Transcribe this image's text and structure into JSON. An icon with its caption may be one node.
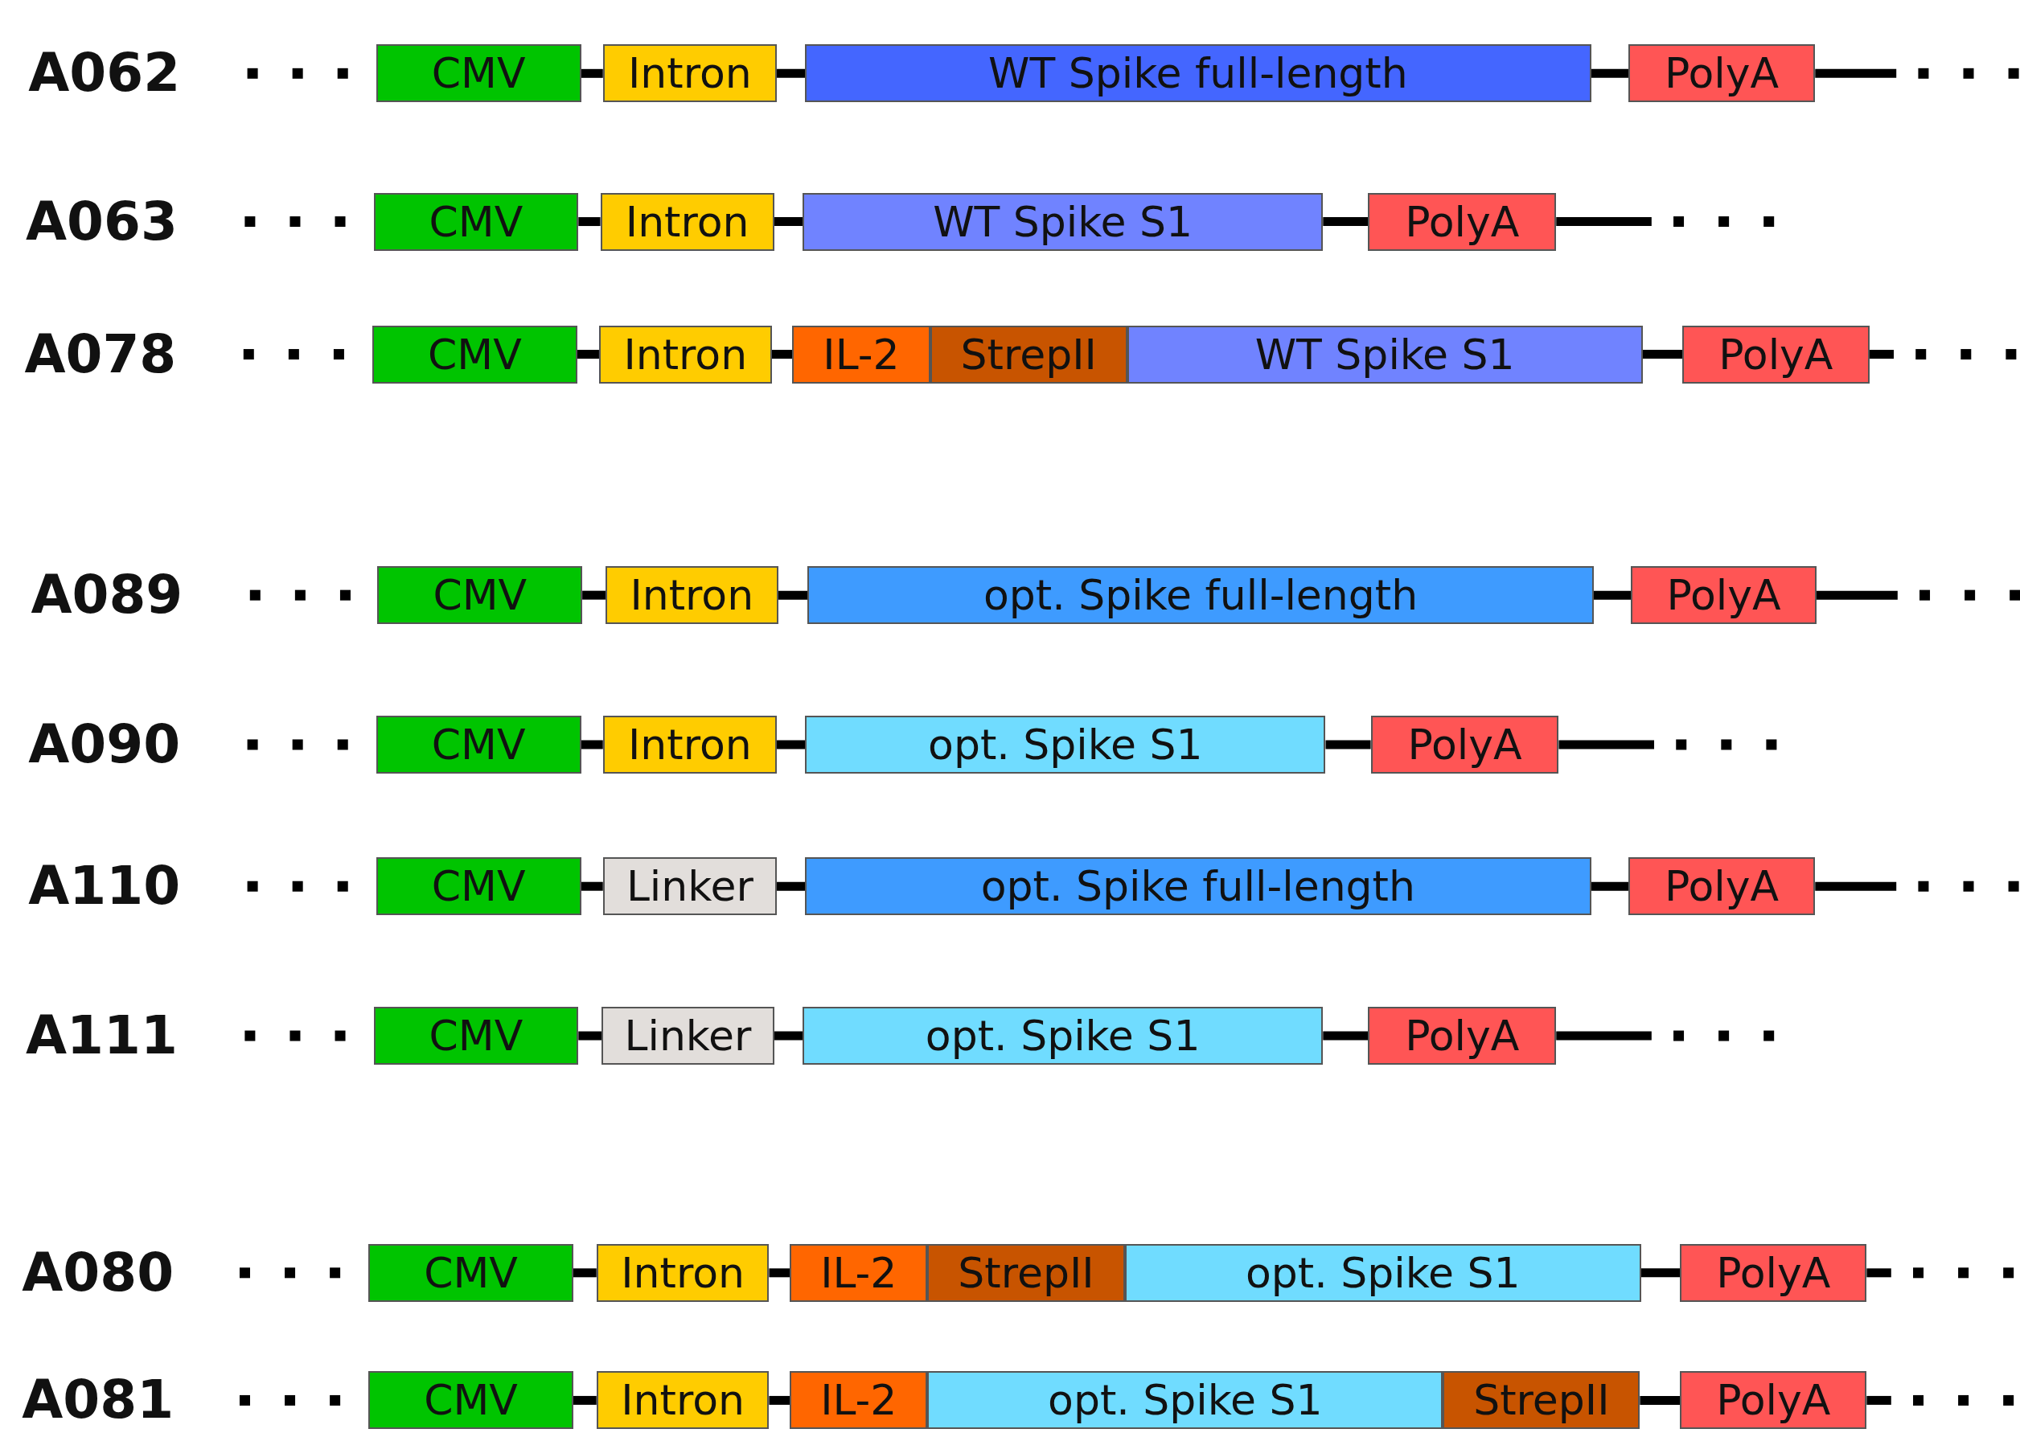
{
  "diagram": {
    "nodes": [
      {
        "text": [
          "CMV"
        ]
      },
      {
        "text": [
          "Intron"
        ]
      },
      {
        "text": [
          "WT Spike full-length"
        ]
      },
      {
        "text": [
          "PolyA"
        ]
      },
      {
        "text": [
          "CMV"
        ]
      },
      {
        "text": [
          "Intron"
        ]
      },
      {
        "text": [
          "WT Spike S1"
        ]
      },
      {
        "text": [
          "PolyA"
        ]
      },
      {
        "text": [
          "CMV"
        ]
      },
      {
        "text": [
          "Intron"
        ]
      },
      {
        "text": [
          "IL-2"
        ]
      },
      {
        "text": [
          "StrepII"
        ]
      },
      {
        "text": [
          "WT Spike S1"
        ]
      },
      {
        "text": [
          "PolyA"
        ]
      },
      {
        "text": [
          "CMV"
        ]
      },
      {
        "text": [
          "Intron"
        ]
      },
      {
        "text": [
          "opt. Spike full-length"
        ]
      },
      {
        "text": [
          "PolyA"
        ]
      },
      {
        "text": [
          "CMV"
        ]
      },
      {
        "text": [
          "Intron"
        ]
      },
      {
        "text": [
          "opt. Spike S1"
        ]
      },
      {
        "text": [
          "PolyA"
        ]
      },
      {
        "text": [
          "CMV"
        ]
      },
      {
        "text": [
          "Linker"
        ]
      },
      {
        "text": [
          "opt. Spike full-length"
        ]
      },
      {
        "text": [
          "PolyA"
        ]
      },
      {
        "text": [
          "CMV"
        ]
      },
      {
        "text": [
          "Linker"
        ]
      },
      {
        "text": [
          "opt. Spike S1"
        ]
      },
      {
        "text": [
          "PolyA"
        ]
      },
      {
        "text": [
          "CMV"
        ]
      },
      {
        "text": [
          "Intron"
        ]
      },
      {
        "text": [
          "IL-2"
        ]
      },
      {
        "text": [
          "StrepII"
        ]
      },
      {
        "text": [
          "opt. Spike S1"
        ]
      },
      {
        "text": [
          "PolyA"
        ]
      },
      {
        "text": [
          "CMV"
        ]
      },
      {
        "text": [
          "Intron"
        ]
      },
      {
        "text": [
          "IL-2"
        ]
      },
      {
        "text": [
          "opt. Spike S1"
        ]
      },
      {
        "text": [
          "StrepII"
        ]
      },
      {
        "text": [
          "PolyA"
        ]
      }
    ],
    "edges": [
      {
        "from": 0,
        "to": 1,
        "arrow": "none"
      },
      {
        "from": 1,
        "to": 2,
        "arrow": "none"
      },
      {
        "from": 2,
        "to": 3,
        "arrow": "none"
      },
      {
        "from": 3,
        "to": null,
        "arrow": "none"
      },
      {
        "from": 4,
        "to": 5,
        "arrow": "none"
      },
      {
        "from": 5,
        "to": 6,
        "arrow": "none"
      },
      {
        "from": 6,
        "to": 7,
        "arrow": "none"
      },
      {
        "from": 7,
        "to": null,
        "arrow": "none"
      },
      {
        "from": 8,
        "to": 9,
        "arrow": "none"
      },
      {
        "from": 9,
        "to": 10,
        "arrow": "none"
      },
      {
        "from": 12,
        "to": 13,
        "arrow": "none"
      },
      {
        "from": 13,
        "to": null,
        "arrow": "none"
      },
      {
        "from": 14,
        "to": 15,
        "arrow": "none"
      },
      {
        "from": 15,
        "to": 16,
        "arrow": "none"
      },
      {
        "from": 16,
        "to": 17,
        "arrow": "none"
      },
      {
        "from": 17,
        "to": null,
        "arrow": "none"
      },
      {
        "from": 18,
        "to": 19,
        "arrow": "none"
      },
      {
        "from": 19,
        "to": 20,
        "arrow": "none"
      },
      {
        "from": 20,
        "to": 21,
        "arrow": "none"
      },
      {
        "from": 21,
        "to": null,
        "arrow": "none"
      },
      {
        "from": 22,
        "to": 23,
        "arrow": "none"
      },
      {
        "from": 23,
        "to": 24,
        "arrow": "none"
      },
      {
        "from": 24,
        "to": 25,
        "arrow": "none"
      },
      {
        "from": 25,
        "to": null,
        "arrow": "none"
      },
      {
        "from": 26,
        "to": 27,
        "arrow": "none"
      },
      {
        "from": 27,
        "to": 28,
        "arrow": "none"
      },
      {
        "from": 28,
        "to": 29,
        "arrow": "none"
      },
      {
        "from": 29,
        "to": null,
        "arrow": "none"
      },
      {
        "from": 30,
        "to": 31,
        "arrow": "none"
      },
      {
        "from": 31,
        "to": 32,
        "arrow": "none"
      },
      {
        "from": 34,
        "to": 35,
        "arrow": "none"
      },
      {
        "from": 35,
        "to": null,
        "arrow": "none"
      },
      {
        "from": 36,
        "to": 37,
        "arrow": "none"
      },
      {
        "from": 37,
        "to": 38,
        "arrow": "none"
      },
      {
        "from": 40,
        "to": 41,
        "arrow": "none"
      },
      {
        "from": 41,
        "to": null,
        "arrow": "none"
      }
    ],
    "labels": [
      "A062",
      "A063",
      "A078",
      "A089",
      "A090",
      "A110",
      "A111",
      "A080",
      "A081"
    ]
  }
}
